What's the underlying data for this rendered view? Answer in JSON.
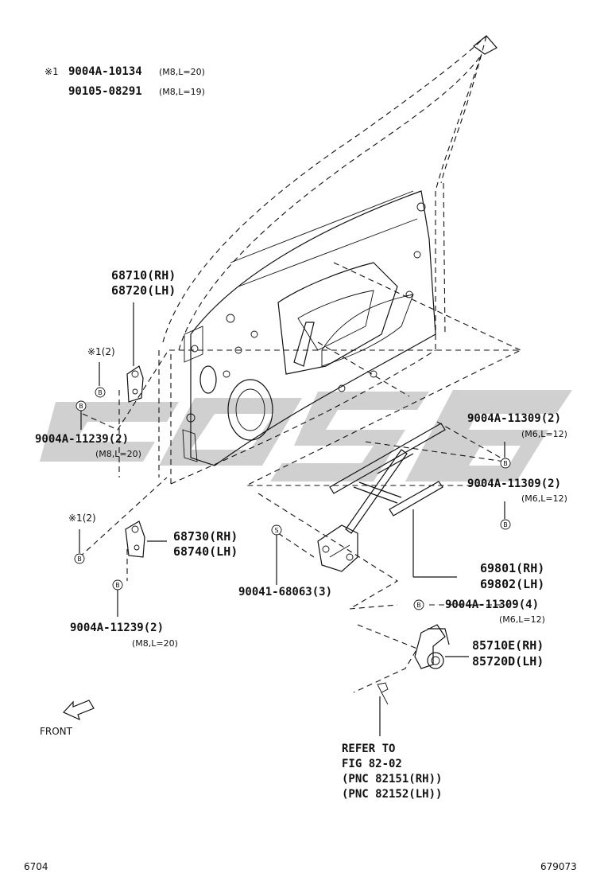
{
  "header": {
    "mark": "※1",
    "line1_part": "9004A-10134",
    "line1_spec": "(M8,L=20)",
    "line2_part": "90105-08291",
    "line2_spec": "(M8,L=19)"
  },
  "callouts": {
    "hinge_upper": {
      "l1": "68710(RH)",
      "l2": "68720(LH)"
    },
    "hinge_lower": {
      "l1": "68730(RH)",
      "l2": "68740(LH)"
    },
    "bolt_upper_left": {
      "mark": "※1(2)",
      "badge": "B"
    },
    "bolt_lower_left": {
      "mark": "※1(2)",
      "badge": "B"
    },
    "bolt_upper_hinge": {
      "part": "9004A-11239(2)",
      "spec": "(M8,L=20)",
      "badge": "B"
    },
    "bolt_lower_hinge": {
      "part": "9004A-11239(2)",
      "spec": "(M8,L=20)",
      "badge": "B"
    },
    "regulator_bolt_1": {
      "part": "9004A-11309(2)",
      "spec": "(M6,L=12)",
      "badge": "B"
    },
    "regulator_bolt_2": {
      "part": "9004A-11309(2)",
      "spec": "(M6,L=12)",
      "badge": "B"
    },
    "regulator_bolt_3": {
      "part": "9004A-11309(4)",
      "spec": "(M6,L=12)",
      "badge": "B"
    },
    "regulator": {
      "l1": "69801(RH)",
      "l2": "69802(LH)"
    },
    "screw": {
      "part": "90041-68063(3)",
      "badge": "S"
    },
    "motor": {
      "l1": "85710E(RH)",
      "l2": "85720D(LH)"
    },
    "refer": {
      "l1": "REFER TO",
      "l2": "FIG 82-02",
      "l3": "(PNC 82151(RH))",
      "l4": "(PNC 82152(LH))"
    }
  },
  "front_label": "FRONT",
  "footer": {
    "left": "6704",
    "right": "679073"
  },
  "colors": {
    "ink": "#111111",
    "watermark": "#c8c8c8",
    "background": "#ffffff"
  }
}
